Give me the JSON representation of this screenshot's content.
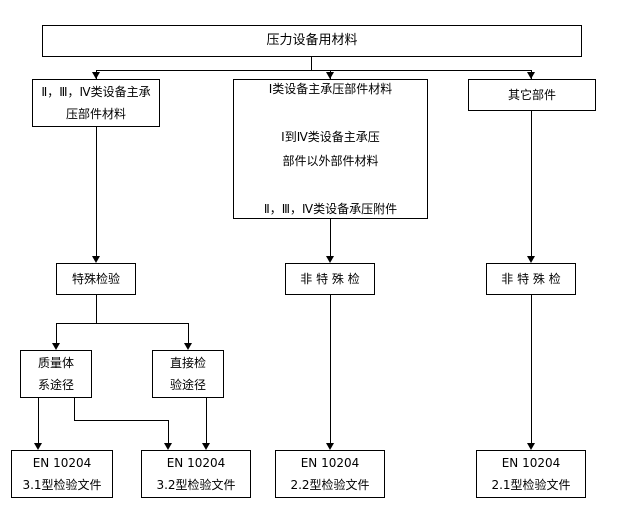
{
  "diagram": {
    "title_box": {
      "label": "压力设备用材料"
    },
    "level2": [
      {
        "id": "cat234",
        "label": "Ⅱ，Ⅲ，Ⅳ类设备主承\n压部件材料"
      },
      {
        "id": "cat1",
        "label": "Ⅰ类设备主承压部件材料\n\nⅠ到Ⅳ类设备主承压\n部件以外部件材料\n\nⅡ，Ⅲ，Ⅳ类设备承压附件"
      },
      {
        "id": "other",
        "label": "其它部件"
      }
    ],
    "level3": [
      {
        "id": "special",
        "label": "特殊检验"
      },
      {
        "id": "nonspecial1",
        "label": "非 特 殊 检"
      },
      {
        "id": "nonspecial2",
        "label": "非 特 殊 检"
      }
    ],
    "level4": [
      {
        "id": "quality-system",
        "label": "质量体\n系途径"
      },
      {
        "id": "direct-inspect",
        "label": "直接检\n验途径"
      }
    ],
    "level5": [
      {
        "id": "en10204-31",
        "label": "EN 10204\n3.1型检验文件"
      },
      {
        "id": "en10204-32",
        "label": "EN 10204\n3.2型检验文件"
      },
      {
        "id": "en10204-22",
        "label": "EN 10204\n2.2型检验文件"
      },
      {
        "id": "en10204-21",
        "label": "EN 10204\n2.1型检验文件"
      }
    ]
  },
  "colors": {
    "stroke": "#000000",
    "fill": "#ffffff",
    "text": "#000000"
  }
}
